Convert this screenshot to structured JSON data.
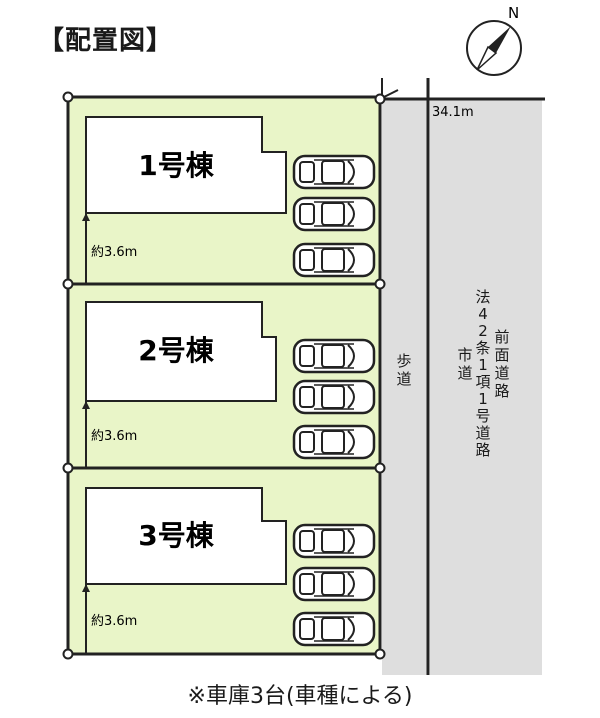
{
  "title": "【配置図】",
  "compass": {
    "label": "N"
  },
  "road_width": "34.1m",
  "sidewalk_label": "歩道",
  "road_label": {
    "col1": "法42条1項1号道路",
    "col2": "前面道路",
    "col3": "市道"
  },
  "lots": [
    {
      "building": "1号棟",
      "setback": "約3.6m"
    },
    {
      "building": "2号棟",
      "setback": "約3.6m"
    },
    {
      "building": "3号棟",
      "setback": "約3.6m"
    }
  ],
  "footnote": "※車庫3台(車種による)",
  "colors": {
    "lot": "#e9f5c8",
    "sidewalk": "#dedede",
    "road": "#ffffff",
    "line": "#222222"
  }
}
